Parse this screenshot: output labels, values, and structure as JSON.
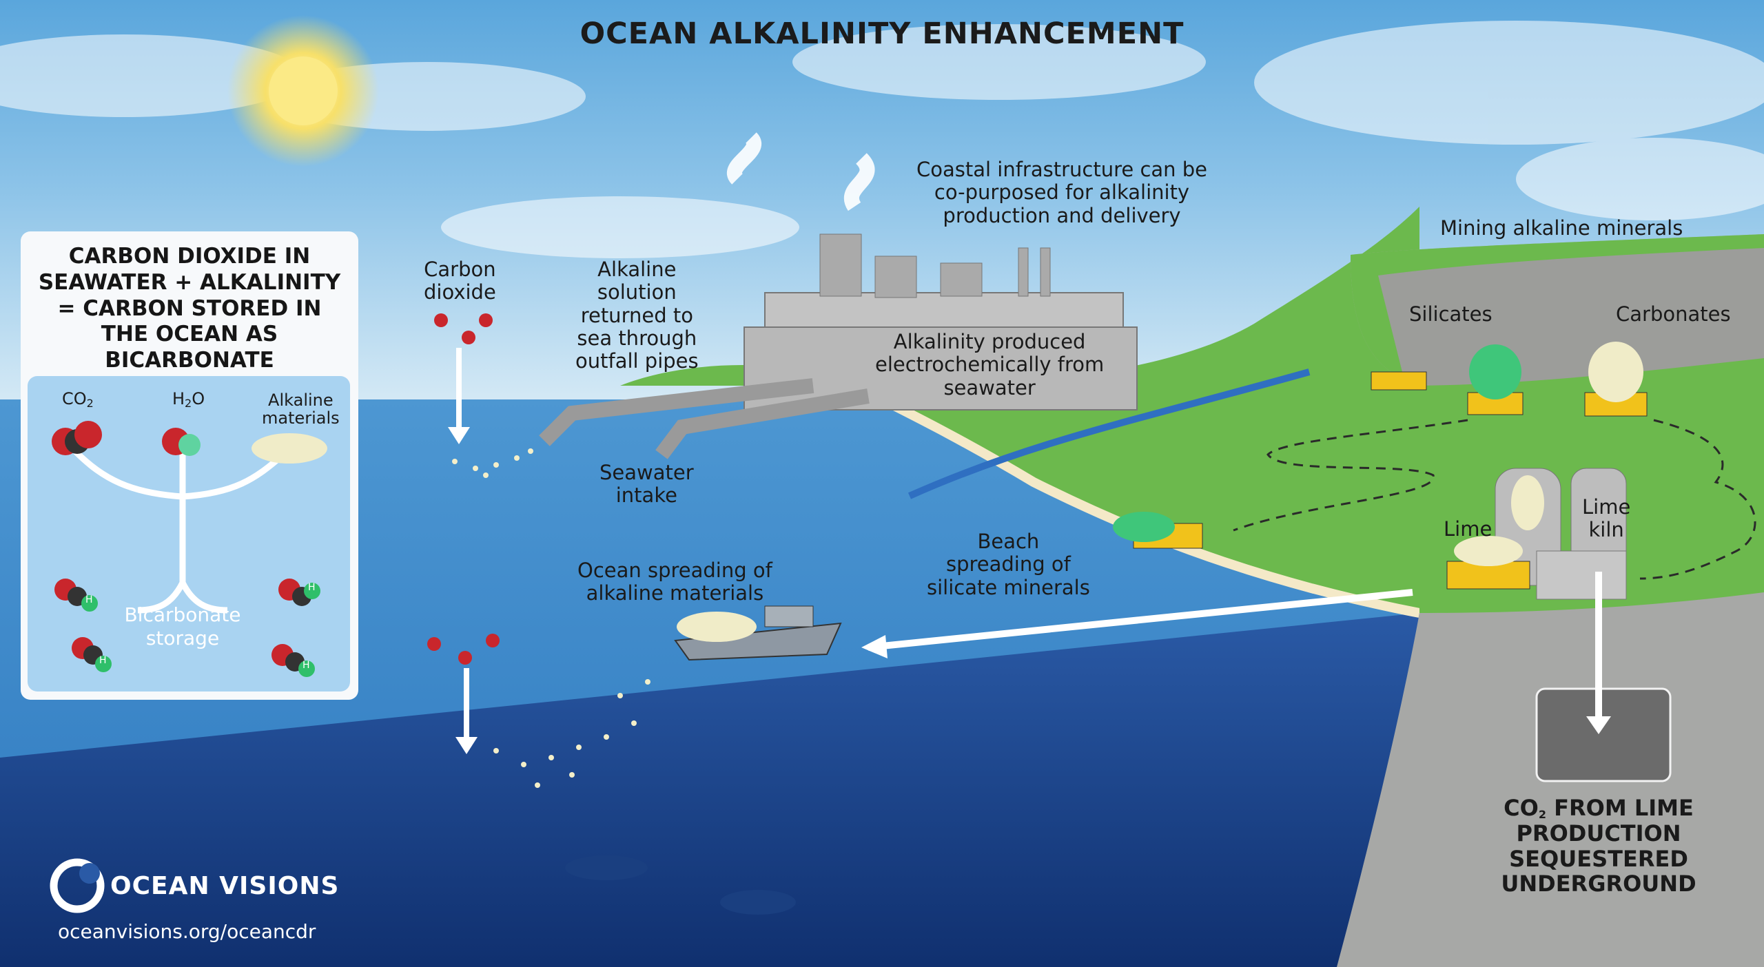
{
  "title": "OCEAN ALKALINITY ENHANCEMENT",
  "labels": {
    "coastal_infrastructure": [
      "Coastal infrastructure can be",
      "co-purposed for alkalinity",
      "production and delivery"
    ],
    "mining": "Mining alkaline minerals",
    "silicates": "Silicates",
    "carbonates": "Carbonates",
    "carbon_dioxide": [
      "Carbon",
      "dioxide"
    ],
    "alkaline_solution": [
      "Alkaline",
      "solution",
      "returned to",
      "sea through",
      "outfall pipes"
    ],
    "alkalinity_produced": [
      "Alkalinity produced",
      "electrochemically from",
      "seawater"
    ],
    "seawater_intake": [
      "Seawater",
      "intake"
    ],
    "lime": "Lime",
    "lime_kiln": [
      "Lime",
      "kiln"
    ],
    "beach_spreading": [
      "Beach",
      "spreading of",
      "silicate minerals"
    ],
    "ocean_spreading": [
      "Ocean spreading of",
      "alkaline materials"
    ],
    "co2_underground": [
      "FROM LIME",
      "PRODUCTION",
      "SEQUESTERED",
      "UNDERGROUND"
    ],
    "co2_prefix": "CO",
    "co2_sub": "2"
  },
  "panel": {
    "heading": [
      "CARBON DIOXIDE IN",
      "SEAWATER + ALKALINITY",
      "= CARBON STORED IN",
      "THE OCEAN AS",
      "BICARBONATE"
    ],
    "co2": "CO",
    "co2_sub": "2",
    "h2o_h": "H",
    "h2o_sub": "2",
    "h2o_o": "O",
    "alkaline": [
      "Alkaline",
      "materials"
    ],
    "storage": [
      "Bicarbonate",
      "storage"
    ],
    "h_atom": "H"
  },
  "brand": {
    "name": "OCEAN VISIONS",
    "url": "oceanvisions.org/oceancdr"
  },
  "colors": {
    "sky_top": "#4f9fd6",
    "sky_bottom": "#cfe6f5",
    "ocean_surface": "#3f8fce",
    "deep_ocean": "#163a85",
    "land_green": "#6cb94d",
    "cliff_gray": "#a7a8a6",
    "truck_yellow": "#f1c21b",
    "silicate_green": "#3fc67a",
    "carbonate_cream": "#f0ecc8",
    "co2_red": "#c9262c"
  }
}
